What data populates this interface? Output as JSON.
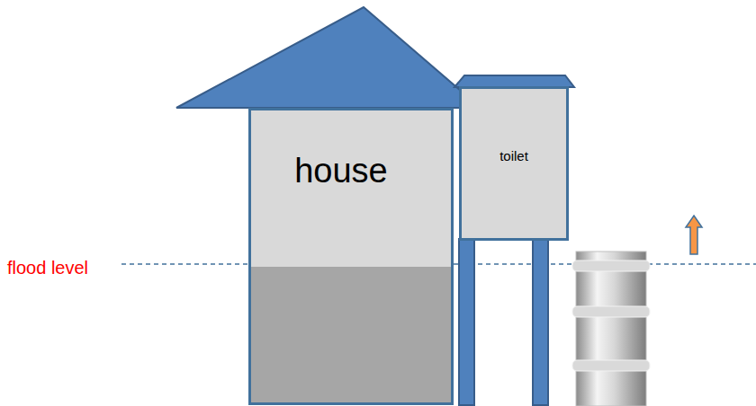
{
  "diagram": {
    "nodes": [
      {
        "text": [
          "house"
        ]
      },
      {
        "text": [
          "toilet"
        ]
      }
    ],
    "labels": [
      "flood level"
    ]
  }
}
